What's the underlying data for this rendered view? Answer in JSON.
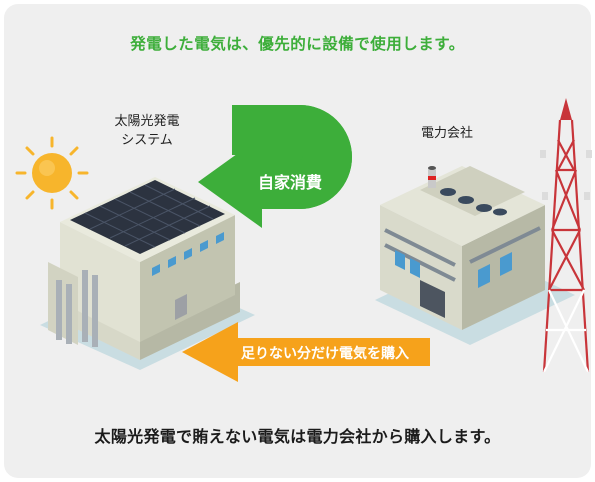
{
  "headline": "発電した電気は、優先的に設備で使用します。",
  "solar_label_line1": "太陽光発電",
  "solar_label_line2": "システム",
  "utility_label": "電力会社",
  "self_consumption_label": "自家消費",
  "purchase_label": "足りない分だけ電気を購入",
  "footer": "太陽光発電で賄えない電気は電力会社から購入します。",
  "colors": {
    "green": "#3dae3a",
    "orange": "#f6a21b",
    "sun": "#f7b52c"
  }
}
